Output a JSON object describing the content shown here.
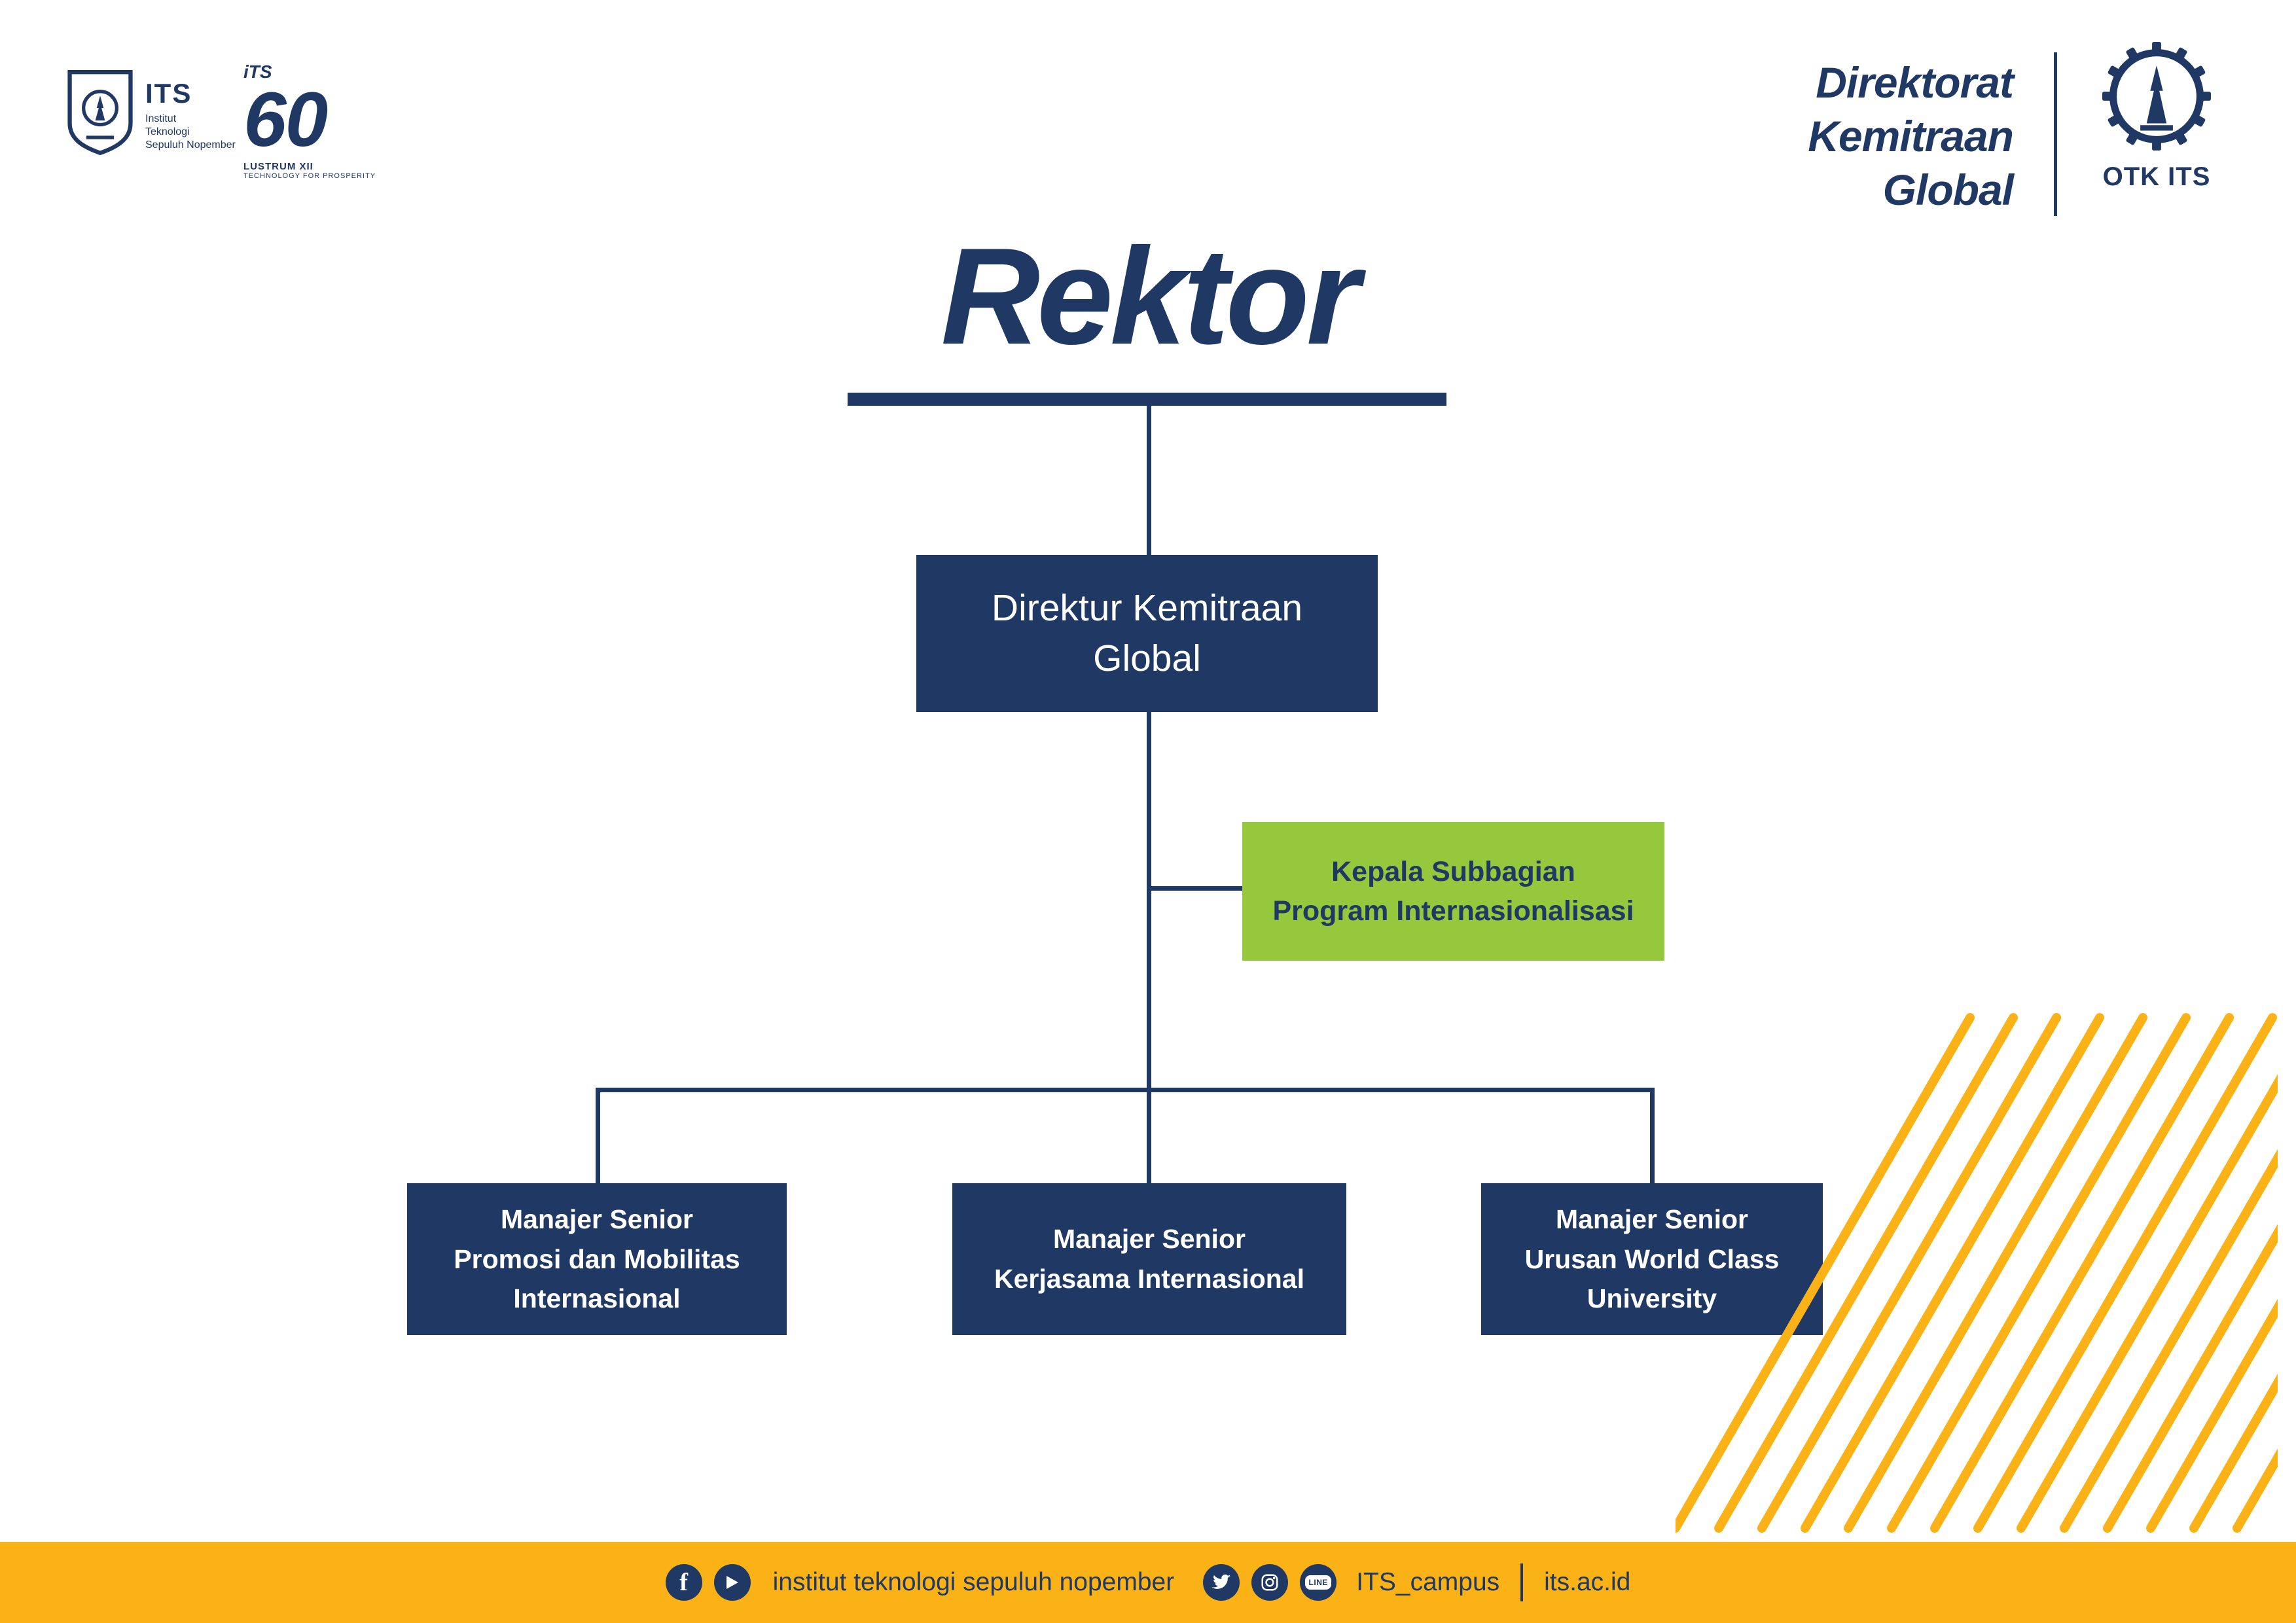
{
  "header": {
    "its_logo": {
      "abbr": "ITS",
      "line1": "Institut",
      "line2": "Teknologi",
      "line3": "Sepuluh Nopember"
    },
    "lustrum_logo": {
      "top": "iTS",
      "number": "60",
      "line1": "LUSTRUM XII",
      "line2": "TECHNOLOGY FOR PROSPERITY"
    },
    "title": {
      "line1": "Direktorat",
      "line2": "Kemitraan",
      "line3": "Global"
    },
    "otk_label": "OTK ITS"
  },
  "org": {
    "root": "Rektor",
    "director": "Direktur Kemitraan\nGlobal",
    "staff": "Kepala Subbagian\nProgram Internasionalisasi",
    "managers": [
      "Manajer Senior\nPromosi dan Mobilitas\nInternasional",
      "Manajer Senior\nKerjasama Internasional",
      "Manajer Senior\nUrusan World Class\nUniversity"
    ]
  },
  "footer": {
    "org_name": "institut teknologi sepuluh nopember",
    "social_handle": "ITS_campus",
    "website": "its.ac.id",
    "facebook_glyph": "f",
    "line_icon_label": "LINE",
    "icons": [
      "facebook-icon",
      "youtube-icon",
      "twitter-icon",
      "instagram-icon",
      "line-icon"
    ]
  },
  "colors": {
    "navy": "#1F3864",
    "green": "#95C83D",
    "yellow": "#FBB216"
  }
}
